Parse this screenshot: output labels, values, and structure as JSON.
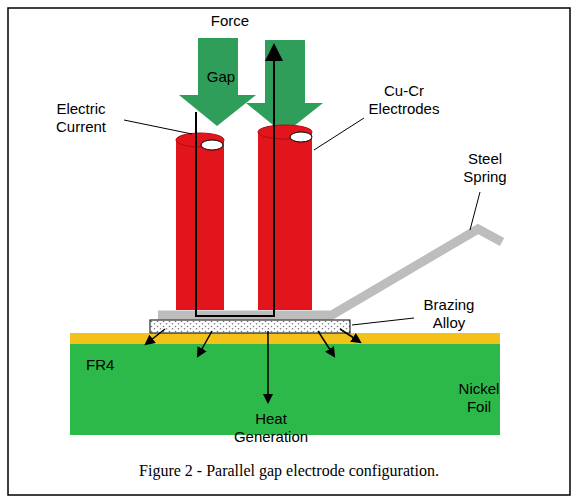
{
  "diagram": {
    "caption": "Figure 2 - Parallel gap electrode configuration.",
    "nodes": [
      {
        "text": [
          "FR4"
        ]
      }
    ],
    "labels": [
      "Force",
      "Gap",
      "Electric Current",
      "Cu-Cr Electrodes",
      "Steel Spring",
      "Brazing Alloy",
      "Nickel Foil",
      "Heat Generation"
    ]
  }
}
